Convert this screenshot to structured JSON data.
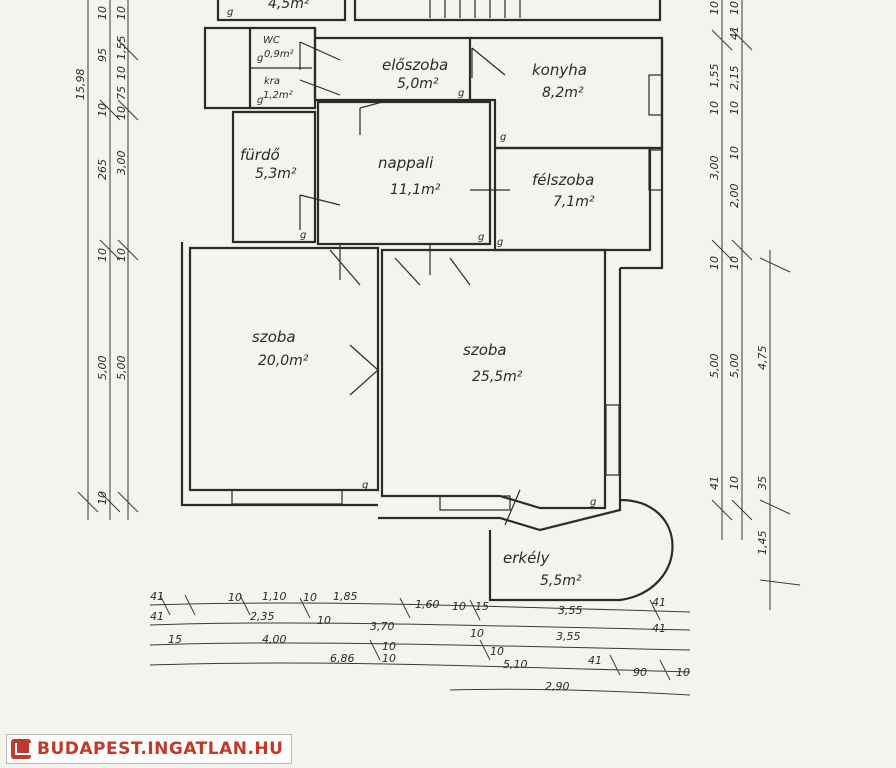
{
  "rooms": {
    "top": {
      "area": "4,5m²"
    },
    "wc": {
      "name": "WC",
      "area": "0,9m²"
    },
    "kra": {
      "name": "kra",
      "area": "1,2m²"
    },
    "eloszoba": {
      "name": "előszoba",
      "area": "5,0m²"
    },
    "konyha": {
      "name": "konyha",
      "area": "8,2m²"
    },
    "furdo": {
      "name": "fürdő",
      "area": "5,3m²"
    },
    "nappali": {
      "name": "nappali",
      "area": "11,1m²"
    },
    "felszoba": {
      "name": "félszoba",
      "area": "7,1m²"
    },
    "szoba1": {
      "name": "szoba",
      "area": "20,0m²"
    },
    "szoba2": {
      "name": "szoba",
      "area": "25,5m²"
    },
    "erkely": {
      "name": "erkély",
      "area": "5,5m²"
    }
  },
  "door_marks": [
    "g",
    "g",
    "g",
    "g",
    "g",
    "g",
    "g",
    "g",
    "g",
    "g"
  ],
  "dimensions": {
    "left_outer": [
      "15,98"
    ],
    "left_mid": [
      "10",
      "95",
      "10",
      "265",
      "10",
      "5,00",
      "10"
    ],
    "left_inner": [
      "10",
      "1,55",
      "10",
      "75",
      "10",
      "3,00",
      "10",
      "5,00"
    ],
    "right_inner": [
      "10",
      "1,55",
      "10",
      "3,00",
      "10",
      "2,00",
      "10",
      "5,00",
      "10",
      "41"
    ],
    "right_mid": [
      "10",
      "41",
      "10",
      "2,15",
      "10",
      "5,00",
      "35",
      "1,45"
    ],
    "right_outer": [
      "4,75"
    ],
    "bottom_row1": [
      "41",
      "10",
      "1,10",
      "10",
      "1,85",
      "1,60",
      "10",
      "15",
      "3,55",
      "41"
    ],
    "bottom_row2": [
      "41",
      "2,35",
      "10",
      "3,70",
      "10",
      "3,55",
      "41"
    ],
    "bottom_row3": [
      "15",
      "4,00",
      "10",
      "10"
    ],
    "bottom_row4": [
      "6,86",
      "10",
      "5,10",
      "41",
      "90",
      "10"
    ],
    "bottom_row5": [
      "2,90"
    ]
  },
  "watermark": {
    "text": "BUDAPEST.INGATLAN.HU"
  }
}
